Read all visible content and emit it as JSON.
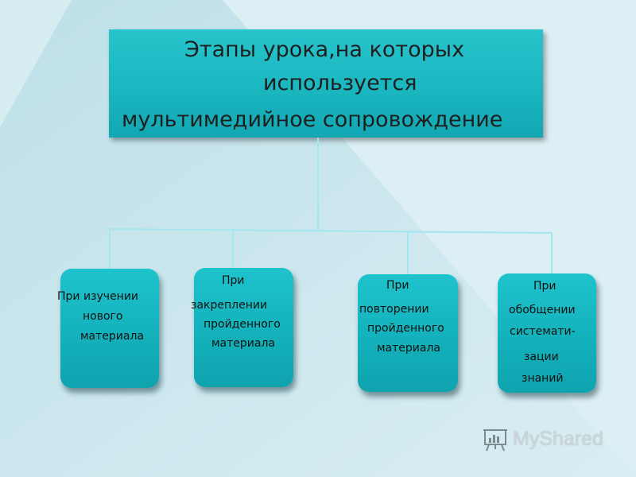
{
  "title_lines": [
    "Этапы урока,на которых",
    "используется",
    "мультимедийное сопровождение"
  ],
  "stages": [
    {
      "lines": [
        "При изучении",
        "нового",
        "материала"
      ]
    },
    {
      "lines": [
        "При",
        "закреплении",
        "пройденного",
        "материала"
      ]
    },
    {
      "lines": [
        "При",
        "повторении",
        "пройденного",
        "материала"
      ]
    },
    {
      "lines": [
        "При",
        "обобщении",
        "системати-",
        "зации",
        "знаний"
      ]
    }
  ],
  "watermark": {
    "text": "MyShared"
  },
  "colors": {
    "box_fill": "#1ab7c0",
    "connector": "#9ee6f0",
    "background_light": "#dff3f8",
    "background_dark": "#a9d3de"
  }
}
